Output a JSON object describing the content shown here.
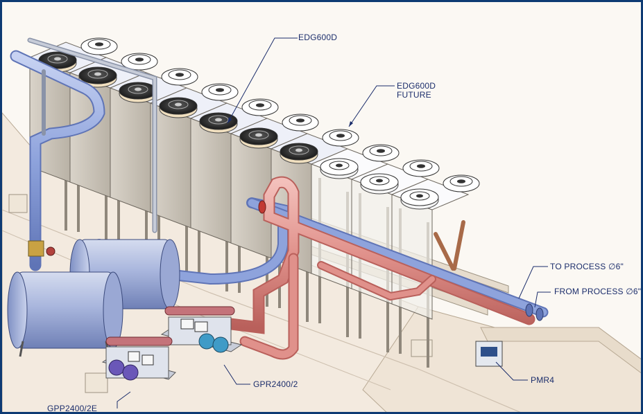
{
  "labels": {
    "edg600d": "EDG600D",
    "edg600d_future": "EDG600D\nFUTURE",
    "to_process": "TO PROCESS ∅6\"",
    "from_process": "FROM PROCESS ∅6\"",
    "pmr4": "PMR4",
    "gpr2400": "GPR2400/2",
    "gpp2400": "GPP2400/2E"
  },
  "colors": {
    "supply_pipe": "#8ea3dc",
    "return_pipe": "#e0918b",
    "leader": "#1b2d6b",
    "background": "#fbf8f3",
    "frame": "#0d3a73"
  }
}
